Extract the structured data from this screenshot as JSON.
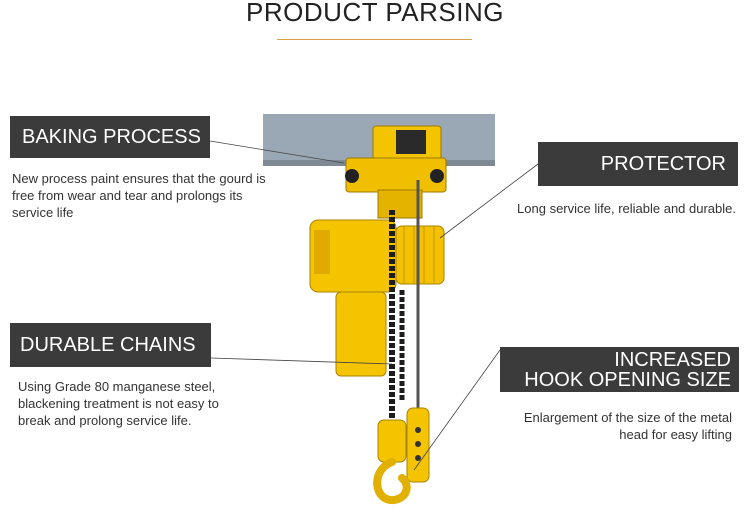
{
  "page": {
    "title": "PRODUCT PARSING"
  },
  "features": {
    "baking": {
      "label": "BAKING PROCESS",
      "description": "New process paint ensures that the gourd is free from wear and tear and prolongs its service life"
    },
    "protector": {
      "label": "PROTECTOR",
      "description": "Long service life, reliable and durable."
    },
    "chains": {
      "label": "DURABLE CHAINS",
      "description": "Using Grade 80 manganese steel, blackening treatment is not easy to break and prolong service life."
    },
    "hook": {
      "label_line1": "INCREASED",
      "label_line2": "HOOK OPENING SIZE",
      "description": "Enlargement of the size of the metal head for easy lifting"
    }
  },
  "colors": {
    "accent": "#d9a24a",
    "label_bg": "#3b3b3b",
    "hoist_yellow": "#f5c400"
  }
}
